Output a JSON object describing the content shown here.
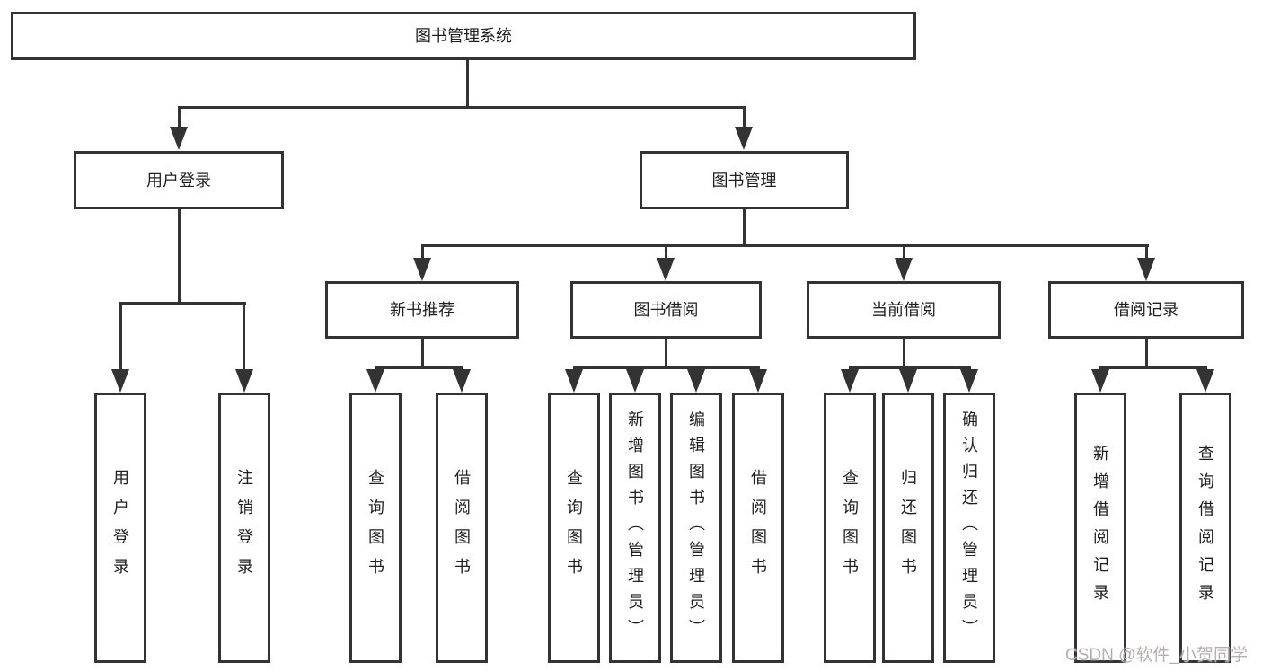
{
  "diagram": {
    "root_label": "图书管理系统",
    "branches": [
      {
        "label": "用户登录",
        "leaves": [
          "用户登录",
          "注销登录"
        ]
      },
      {
        "label": "图书管理",
        "groups": [
          {
            "label": "新书推荐",
            "leaves": [
              "查询图书",
              "借阅图书"
            ]
          },
          {
            "label": "图书借阅",
            "leaves": [
              "查询图书",
              "新增图书（管理员）",
              "编辑图书（管理员）",
              "借阅图书"
            ]
          },
          {
            "label": "当前借阅",
            "leaves": [
              "查询图书",
              "归还图书",
              "确认归还（管理员）"
            ]
          },
          {
            "label": "借阅记录",
            "leaves": [
              "新增借阅记录",
              "查询借阅记录"
            ]
          }
        ]
      }
    ]
  },
  "watermark": {
    "text": "CSDN @软件_小贺同学"
  },
  "colors": {
    "line": "#333333",
    "text": "#1f1f1f",
    "background": "#ffffff",
    "watermark": "#b5b0b0"
  }
}
